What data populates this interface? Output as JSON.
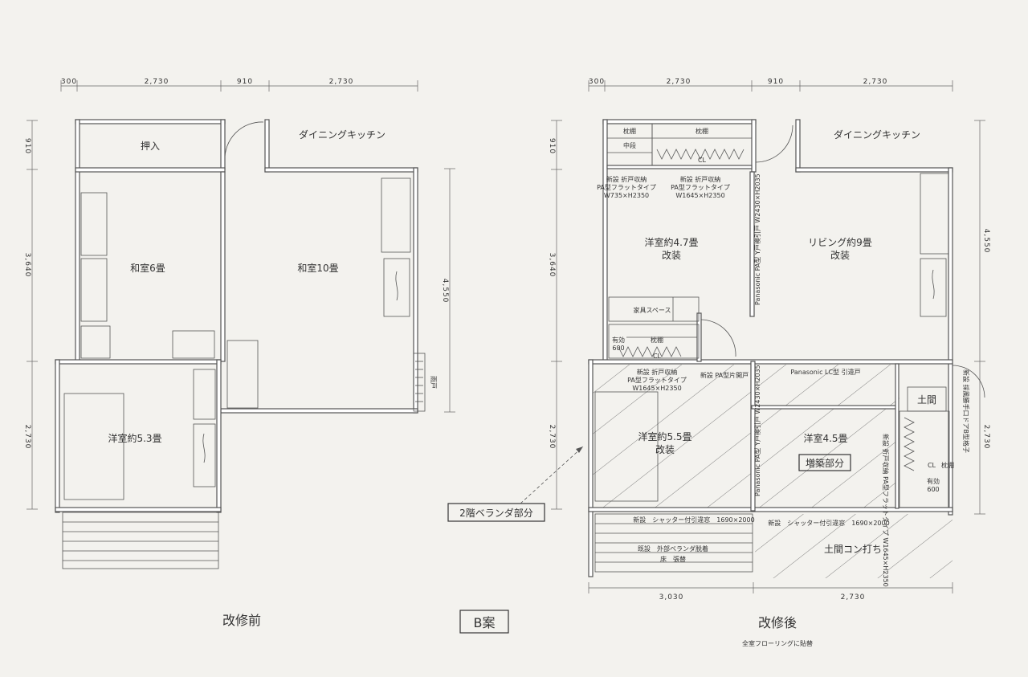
{
  "left_plan": {
    "dims_top": [
      "300",
      "2,730",
      "910",
      "2,730"
    ],
    "dims_left": [
      "910",
      "3,640",
      "2,730"
    ],
    "dim_right": "4,550",
    "rooms": {
      "oshiire": "押入",
      "washitsu6": "和室6畳",
      "washitsu10": "和室10畳",
      "yoshitsu53": "洋室約5.3畳",
      "dining": "ダイニングキッチン",
      "amado": "雨戸"
    },
    "caption": "改修前"
  },
  "center_label": "B案",
  "veranda_note": "2階ベランダ部分",
  "right_plan": {
    "dims_top": [
      "300",
      "2,730",
      "910",
      "2,730"
    ],
    "dims_left": [
      "910",
      "3,640",
      "2,730"
    ],
    "dims_right": [
      "4,550",
      "2,730"
    ],
    "dims_bottom": [
      "3,030",
      "2,730"
    ],
    "rooms": {
      "dining": "ダイニングキッチン",
      "yoshitsu47": "洋室約4.7畳",
      "yoshitsu47_note": "改装",
      "living": "リビング約9畳",
      "living_note": "改装",
      "yoshitsu55": "洋室約5.5畳",
      "yoshitsu55_note": "改装",
      "yoshitsu45": "洋室4.5畳",
      "zouchiku": "増築部分",
      "doma": "土間",
      "doma_concrete": "土間コン打ち",
      "kagu": "家具スペース"
    },
    "small_labels": {
      "makuradana1": "枕棚",
      "makuradana2": "枕棚",
      "makuradana3": "枕棚",
      "makuradana4": "枕棚",
      "nakadan": "中段",
      "cl1": "CL",
      "cl2": "CL",
      "cl3": "CL",
      "closet1_a": "新設 折戸収納",
      "closet1_b": "PA型フラットタイプ",
      "closet1_c": "W735×H2350",
      "closet2_a": "新設 折戸収納",
      "closet2_b": "PA型フラットタイプ",
      "closet2_c": "W1645×H2350",
      "closet3_a": "新設 折戸収納",
      "closet3_b": "PA型フラットタイプ",
      "closet3_c": "W1645×H2350",
      "closet4": "新設 折戸収納 PA型フラットタイプ W1645×H2350",
      "door_pa": "新設 PA型片開戸",
      "door_lc": "Panasonic LC型 引違戸",
      "door_y1": "Panasonic PA型 Y戸襖引戸 W2430×H2035",
      "door_y2": "Panasonic PA型 Y戸襖引戸 W2430×H2035",
      "yuko1": "有効",
      "yuko1_val": "600",
      "yuko2": "有効",
      "yuko2_val": "600",
      "window1": "新設　シャッター付引違窓　1690×2000",
      "window2": "新設　シャッター付引違窓　1690×2000",
      "veranda_remove": "既設　外部ベランダ脱着",
      "floor": "床　張替",
      "entry_door": "新設 採風勝手口ドアB型格子"
    },
    "caption": "改修後",
    "sub_caption": "全室フローリングに貼替"
  }
}
